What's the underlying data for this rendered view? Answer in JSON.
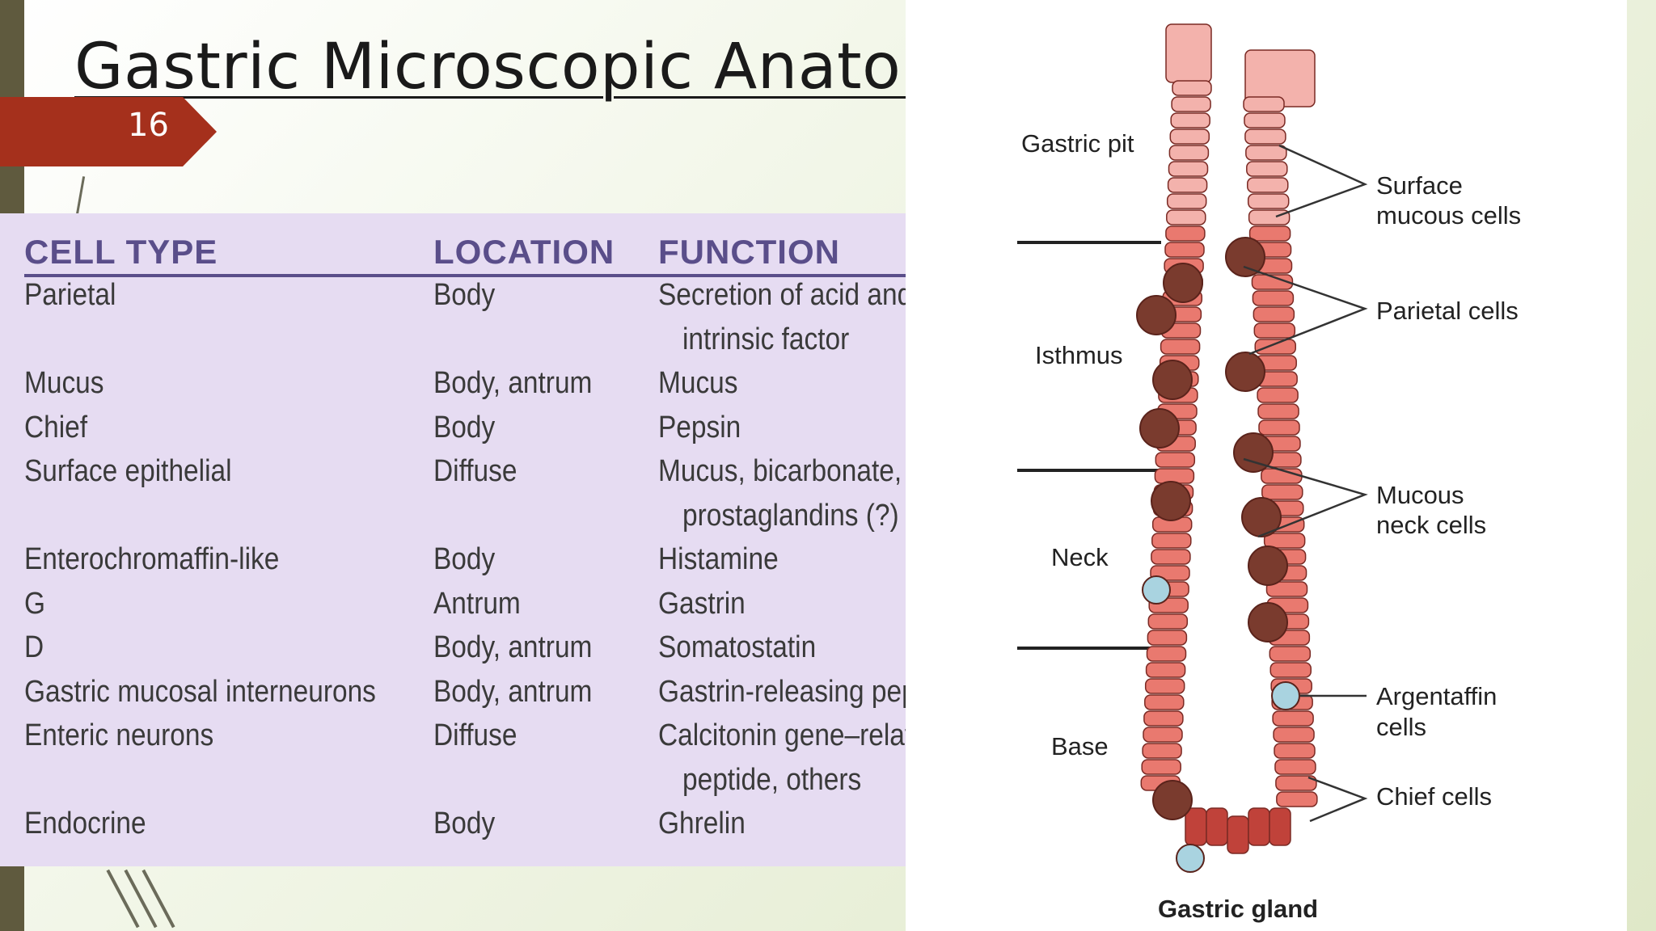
{
  "slide": {
    "title": "Gastric Microscopic Anatomy",
    "number": "16"
  },
  "table": {
    "headers": [
      "CELL TYPE",
      "LOCATION",
      "FUNCTION"
    ],
    "rows": [
      {
        "cell": "Parietal",
        "location": "Body",
        "function": [
          "Secretion of acid and",
          "intrinsic factor"
        ]
      },
      {
        "cell": "Mucus",
        "location": "Body, antrum",
        "function": [
          "Mucus"
        ]
      },
      {
        "cell": "Chief",
        "location": "Body",
        "function": [
          "Pepsin"
        ]
      },
      {
        "cell": "Surface epithelial",
        "location": "Diffuse",
        "function": [
          "Mucus, bicarbonate,",
          "prostaglandins (?)"
        ]
      },
      {
        "cell": "Enterochromaffin-like",
        "location": "Body",
        "function": [
          "Histamine"
        ]
      },
      {
        "cell": "G",
        "location": "Antrum",
        "function": [
          "Gastrin"
        ]
      },
      {
        "cell": "D",
        "location": "Body, antrum",
        "function": [
          "Somatostatin"
        ]
      },
      {
        "cell": "Gastric mucosal interneurons",
        "location": "Body, antrum",
        "function": [
          "Gastrin-releasing peptide"
        ]
      },
      {
        "cell": "Enteric neurons",
        "location": "Diffuse",
        "function": [
          "Calcitonin gene–related",
          "peptide, others"
        ]
      },
      {
        "cell": "Endocrine",
        "location": "Body",
        "function": [
          "Ghrelin"
        ]
      }
    ]
  },
  "diagram": {
    "regions": [
      "Gastric pit",
      "Isthmus",
      "Neck",
      "Base"
    ],
    "callouts": [
      [
        "Surface",
        "mucous cells"
      ],
      [
        "Parietal cells"
      ],
      [
        "Mucous",
        "neck cells"
      ],
      [
        "Argentaffin",
        "cells"
      ],
      [
        "Chief cells"
      ]
    ],
    "caption": "Gastric gland"
  },
  "colors": {
    "accent_red": "#a5301c",
    "table_bg": "#e6dcf2",
    "header_purple": "#5a4e8a",
    "cell_pink": "#e9796f",
    "cell_dark": "#c0423a",
    "parietal_brown": "#7a3b2e",
    "argentaffin_blue": "#a9d3e0"
  }
}
